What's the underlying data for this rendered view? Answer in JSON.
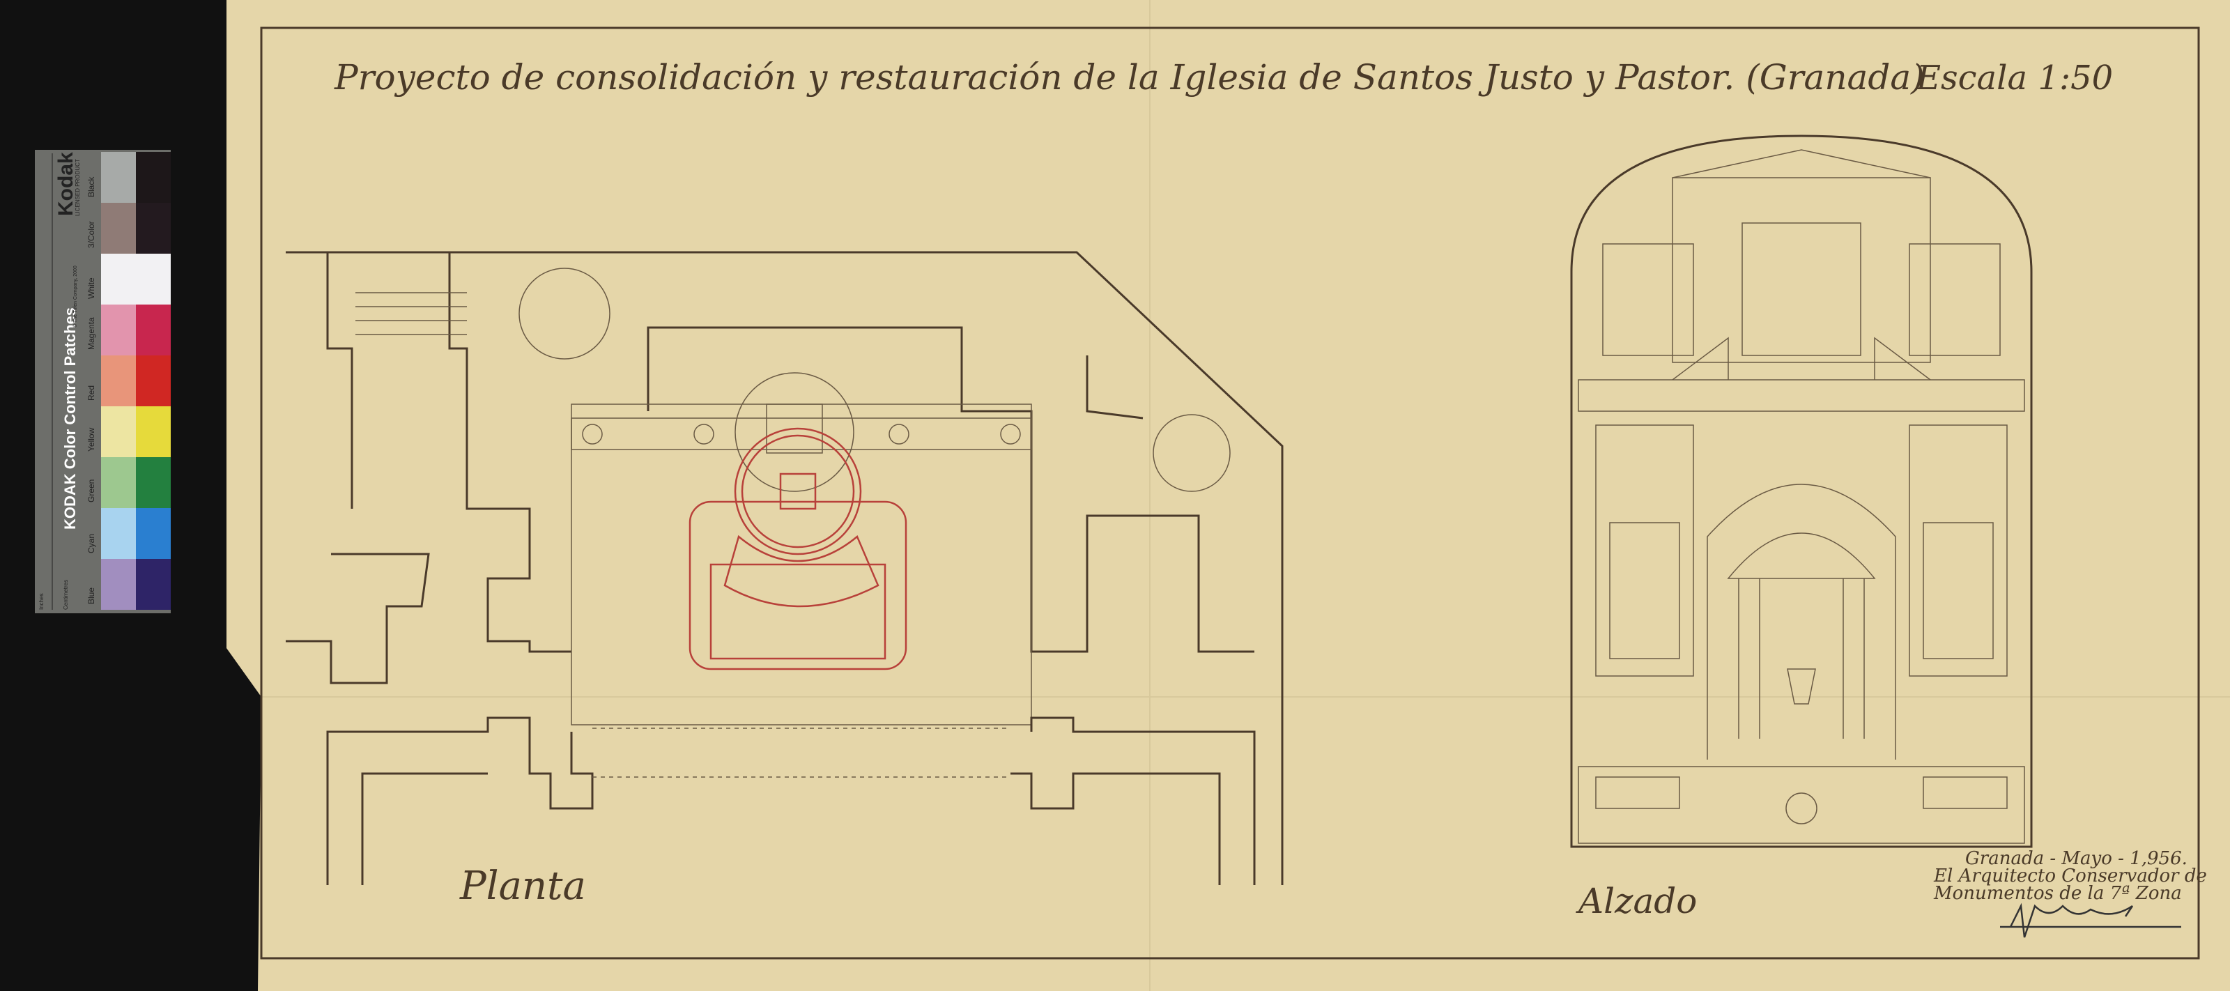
{
  "drawing": {
    "title": "Proyecto de consolidación y restauración de la Iglesia de Santos Justo y Pastor. (Granada)",
    "scale": "Escala 1:50",
    "plan_label": "Planta",
    "elevation_label": "Alzado",
    "signature_block": {
      "line1": "Granada - Mayo - 1,956.",
      "line2": "El Arquitecto Conservador de",
      "line3": "Monumentos de la 7ª Zona",
      "signature": "Prieto-Moreno"
    }
  },
  "color_card": {
    "brand": "Kodak",
    "brand_sub": "LICENSED PRODUCT",
    "title": "KODAK Color Control Patches",
    "copyright": "© The Tiffen Company, 2000",
    "unit_inches": "Inches",
    "unit_cm": "Centimetres",
    "patches": [
      {
        "label": "Black",
        "light": "#a7aaa8",
        "dark": "#1d1719"
      },
      {
        "label": "3/Color",
        "light": "#8f7b76",
        "dark": "#231a1f"
      },
      {
        "label": "White",
        "light": "#f2f1f3",
        "dark": "#f2f1f3"
      },
      {
        "label": "Magenta",
        "light": "#e294ad",
        "dark": "#c8264e"
      },
      {
        "label": "Red",
        "light": "#e8957a",
        "dark": "#d02723"
      },
      {
        "label": "Yellow",
        "light": "#ede5a2",
        "dark": "#e6da3b"
      },
      {
        "label": "Green",
        "light": "#9dc88f",
        "dark": "#23803f"
      },
      {
        "label": "Cyan",
        "light": "#a8d3ef",
        "dark": "#2a7fd0"
      },
      {
        "label": "Blue",
        "light": "#a18ebf",
        "dark": "#2e2467"
      }
    ]
  },
  "colors": {
    "paper": "#e5d6a9",
    "ink": "#4a3a2a",
    "red_ink": "#b8413a",
    "background": "#111111"
  }
}
